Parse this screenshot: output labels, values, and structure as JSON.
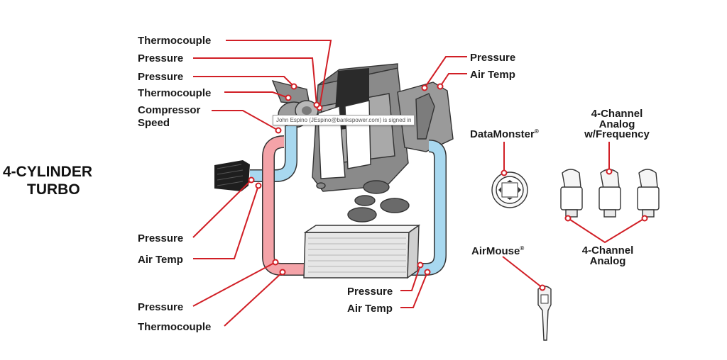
{
  "title": {
    "line1": "4-CYLINDER",
    "line2": "TURBO"
  },
  "colors": {
    "leader": "#d11f26",
    "hot_pipe": "#f4a3a8",
    "cold_pipe": "#a8d8ef",
    "outline": "#333333"
  },
  "labels": {
    "tc_top": "Thermocouple",
    "press_top1": "Pressure",
    "press_top2": "Pressure",
    "tc_top2": "Thermocouple",
    "comp_speed_1": "Compressor",
    "comp_speed_2": "Speed",
    "intake_pressure": "Pressure",
    "intake_airtemp": "Air Temp",
    "lower_pressure": "Pressure",
    "lower_tc": "Thermocouple",
    "cool_pressure": "Pressure",
    "cool_airtemp": "Air Temp",
    "top_right_pressure": "Pressure",
    "top_right_airtemp": "Air Temp"
  },
  "devices": {
    "datamonster": "DataMonster",
    "airmouse": "AirMouse",
    "registered": "®",
    "analog_freq_1": "4-Channel",
    "analog_freq_2": "Analog",
    "analog_freq_3": "w/Frequency",
    "analog_1": "4-Channel",
    "analog_2": "Analog"
  },
  "tooltip": "John Espino (JEspino@bankspower.com) is signed in"
}
